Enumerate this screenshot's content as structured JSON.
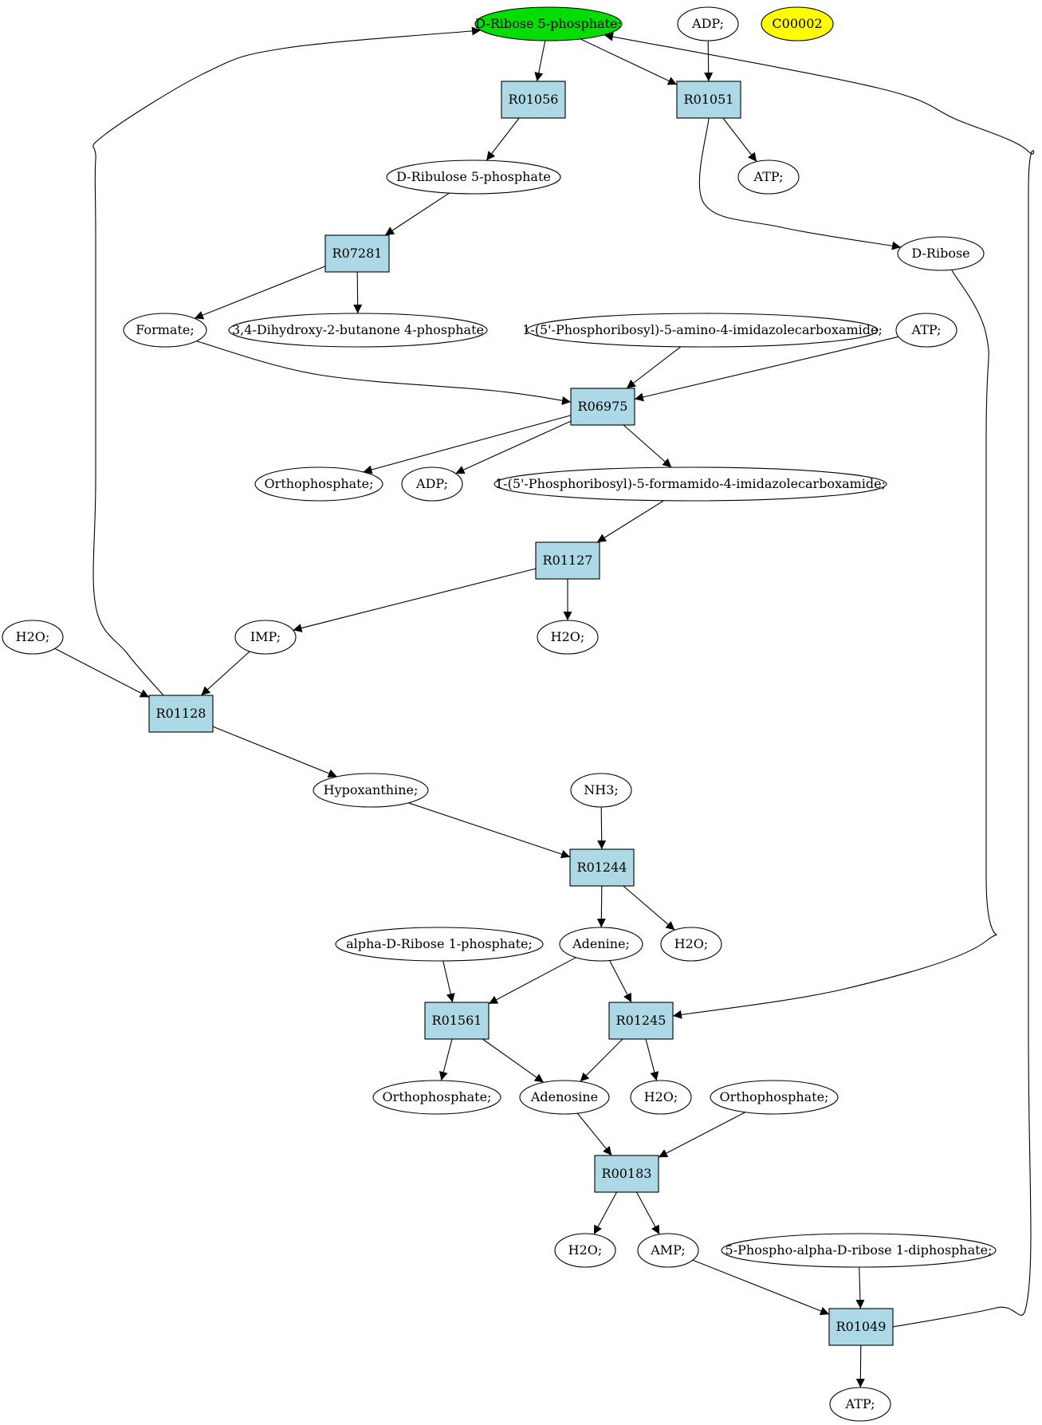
{
  "colors": {
    "highlight": "#00dd00",
    "marker": "#ffff00",
    "reaction_fill": "#add8e6",
    "compound_fill": "#ffffff",
    "stroke": "#000000"
  },
  "nodes": [
    {
      "id": "c_r5p",
      "kind": "compound",
      "label": "D-Ribose 5-phosphate;",
      "style": "highlight"
    },
    {
      "id": "c_adp_top",
      "kind": "compound",
      "label": "ADP;"
    },
    {
      "id": "c_c00002",
      "kind": "compound",
      "label": "C00002",
      "style": "marker"
    },
    {
      "id": "r_01056",
      "kind": "reaction",
      "label": "R01056"
    },
    {
      "id": "r_01051",
      "kind": "reaction",
      "label": "R01051"
    },
    {
      "id": "c_ru5p",
      "kind": "compound",
      "label": "D-Ribulose 5-phosphate"
    },
    {
      "id": "c_atp_1",
      "kind": "compound",
      "label": "ATP;"
    },
    {
      "id": "c_dribose",
      "kind": "compound",
      "label": "D-Ribose"
    },
    {
      "id": "r_07281",
      "kind": "reaction",
      "label": "R07281"
    },
    {
      "id": "c_formate",
      "kind": "compound",
      "label": "Formate;"
    },
    {
      "id": "c_dhbp",
      "kind": "compound",
      "label": "3,4-Dihydroxy-2-butanone 4-phosphate"
    },
    {
      "id": "c_aicar",
      "kind": "compound",
      "label": "1-(5'-Phosphoribosyl)-5-amino-4-imidazolecarboxamide;"
    },
    {
      "id": "c_atp_2",
      "kind": "compound",
      "label": "ATP;"
    },
    {
      "id": "r_06975",
      "kind": "reaction",
      "label": "R06975"
    },
    {
      "id": "c_pi_1",
      "kind": "compound",
      "label": "Orthophosphate;"
    },
    {
      "id": "c_adp_2",
      "kind": "compound",
      "label": "ADP;"
    },
    {
      "id": "c_faicar",
      "kind": "compound",
      "label": "1-(5'-Phosphoribosyl)-5-formamido-4-imidazolecarboxamide;"
    },
    {
      "id": "r_01127",
      "kind": "reaction",
      "label": "R01127"
    },
    {
      "id": "c_h2o_1",
      "kind": "compound",
      "label": "H2O;"
    },
    {
      "id": "c_imp",
      "kind": "compound",
      "label": "IMP;"
    },
    {
      "id": "c_h2o_2",
      "kind": "compound",
      "label": "H2O;"
    },
    {
      "id": "r_01128",
      "kind": "reaction",
      "label": "R01128"
    },
    {
      "id": "c_hypox",
      "kind": "compound",
      "label": "Hypoxanthine;"
    },
    {
      "id": "c_nh3",
      "kind": "compound",
      "label": "NH3;"
    },
    {
      "id": "r_01244",
      "kind": "reaction",
      "label": "R01244"
    },
    {
      "id": "c_ar1p",
      "kind": "compound",
      "label": "alpha-D-Ribose 1-phosphate;"
    },
    {
      "id": "c_adenine",
      "kind": "compound",
      "label": "Adenine;"
    },
    {
      "id": "c_h2o_3",
      "kind": "compound",
      "label": "H2O;"
    },
    {
      "id": "r_01561",
      "kind": "reaction",
      "label": "R01561"
    },
    {
      "id": "r_01245",
      "kind": "reaction",
      "label": "R01245"
    },
    {
      "id": "c_pi_2",
      "kind": "compound",
      "label": "Orthophosphate;"
    },
    {
      "id": "c_adenosine",
      "kind": "compound",
      "label": "Adenosine"
    },
    {
      "id": "c_h2o_4",
      "kind": "compound",
      "label": "H2O;"
    },
    {
      "id": "c_pi_3",
      "kind": "compound",
      "label": "Orthophosphate;"
    },
    {
      "id": "r_00183",
      "kind": "reaction",
      "label": "R00183"
    },
    {
      "id": "c_h2o_5",
      "kind": "compound",
      "label": "H2O;"
    },
    {
      "id": "c_amp",
      "kind": "compound",
      "label": "AMP;"
    },
    {
      "id": "c_prpp",
      "kind": "compound",
      "label": "5-Phospho-alpha-D-ribose 1-diphosphate;"
    },
    {
      "id": "r_01049",
      "kind": "reaction",
      "label": "R01049"
    },
    {
      "id": "c_atp_3",
      "kind": "compound",
      "label": "ATP;"
    }
  ],
  "edges": [
    {
      "from": "c_r5p",
      "to": "r_01056"
    },
    {
      "from": "c_r5p",
      "to": "r_01051"
    },
    {
      "from": "c_adp_top",
      "to": "r_01051"
    },
    {
      "from": "r_01056",
      "to": "c_ru5p"
    },
    {
      "from": "r_01051",
      "to": "c_atp_1"
    },
    {
      "from": "r_01051",
      "to": "c_dribose"
    },
    {
      "from": "c_ru5p",
      "to": "r_07281"
    },
    {
      "from": "r_07281",
      "to": "c_formate"
    },
    {
      "from": "r_07281",
      "to": "c_dhbp"
    },
    {
      "from": "c_formate",
      "to": "r_06975"
    },
    {
      "from": "c_aicar",
      "to": "r_06975"
    },
    {
      "from": "c_atp_2",
      "to": "r_06975"
    },
    {
      "from": "r_06975",
      "to": "c_pi_1"
    },
    {
      "from": "r_06975",
      "to": "c_adp_2"
    },
    {
      "from": "r_06975",
      "to": "c_faicar"
    },
    {
      "from": "c_faicar",
      "to": "r_01127"
    },
    {
      "from": "r_01127",
      "to": "c_imp"
    },
    {
      "from": "r_01127",
      "to": "c_h2o_2"
    },
    {
      "from": "c_h2o_1",
      "to": "r_01128"
    },
    {
      "from": "c_imp",
      "to": "r_01128"
    },
    {
      "from": "r_01128",
      "to": "c_r5p"
    },
    {
      "from": "r_01128",
      "to": "c_hypox"
    },
    {
      "from": "c_hypox",
      "to": "r_01244"
    },
    {
      "from": "c_nh3",
      "to": "r_01244"
    },
    {
      "from": "r_01244",
      "to": "c_adenine"
    },
    {
      "from": "r_01244",
      "to": "c_h2o_3"
    },
    {
      "from": "c_ar1p",
      "to": "r_01561"
    },
    {
      "from": "c_adenine",
      "to": "r_01561"
    },
    {
      "from": "c_adenine",
      "to": "r_01245"
    },
    {
      "from": "c_dribose",
      "to": "r_01245"
    },
    {
      "from": "r_01561",
      "to": "c_pi_2"
    },
    {
      "from": "r_01561",
      "to": "c_adenosine"
    },
    {
      "from": "r_01245",
      "to": "c_adenosine"
    },
    {
      "from": "r_01245",
      "to": "c_h2o_4"
    },
    {
      "from": "c_adenosine",
      "to": "r_00183"
    },
    {
      "from": "c_pi_3",
      "to": "r_00183"
    },
    {
      "from": "r_00183",
      "to": "c_h2o_5"
    },
    {
      "from": "r_00183",
      "to": "c_amp"
    },
    {
      "from": "c_amp",
      "to": "r_01049"
    },
    {
      "from": "c_prpp",
      "to": "r_01049"
    },
    {
      "from": "r_01049",
      "to": "c_atp_3"
    },
    {
      "from": "r_01049",
      "to": "c_r5p"
    }
  ]
}
